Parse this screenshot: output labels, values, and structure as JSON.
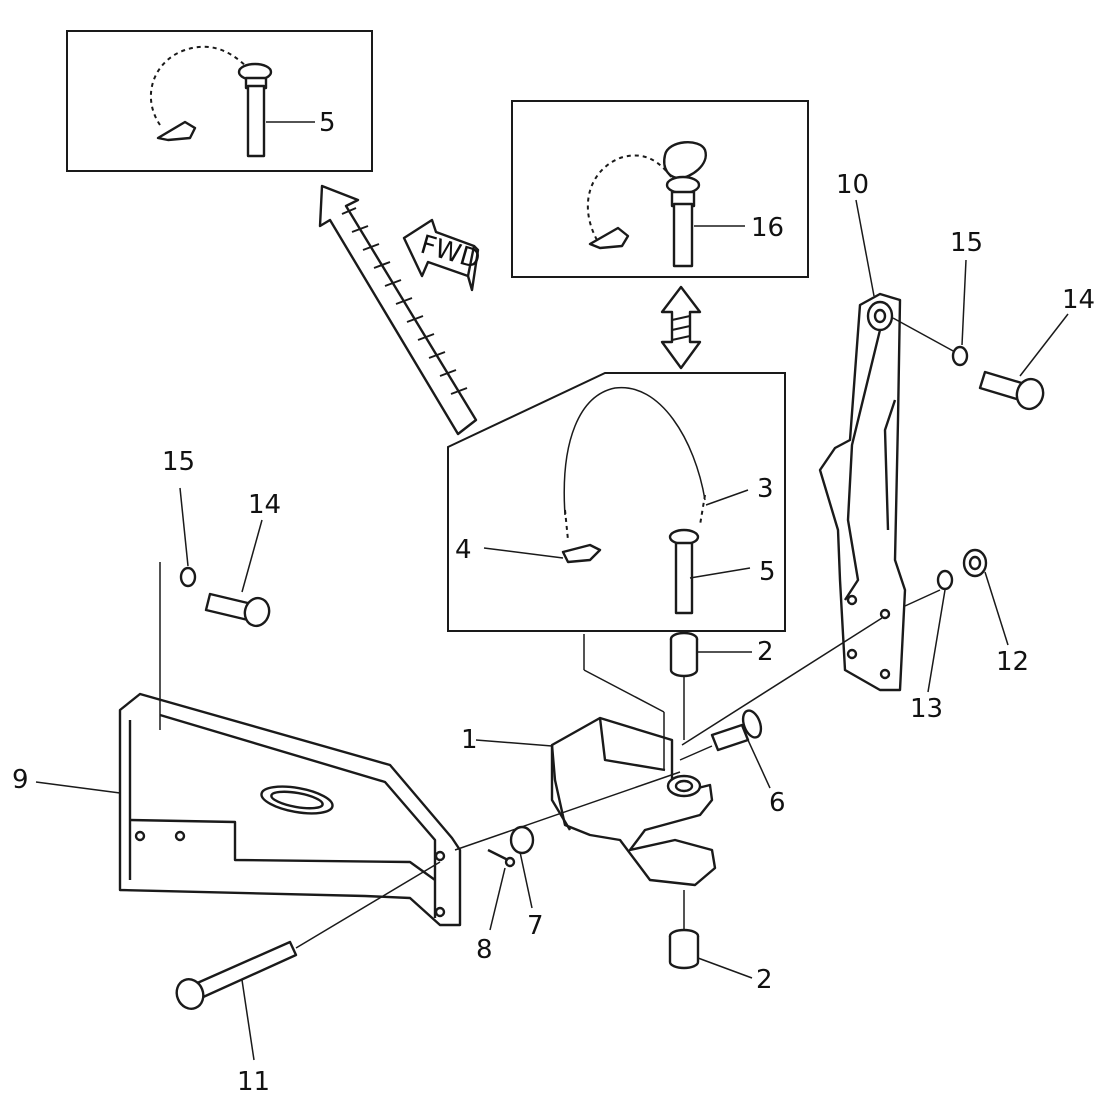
{
  "callouts": {
    "c1": "1",
    "c2a": "2",
    "c2b": "2",
    "c3": "3",
    "c4": "4",
    "c5a": "5",
    "c5b": "5",
    "c6": "6",
    "c7": "7",
    "c8": "8",
    "c9": "9",
    "c10": "10",
    "c11": "11",
    "c12": "12",
    "c13": "13",
    "c14a": "14",
    "c14b": "14",
    "c15a": "15",
    "c15b": "15",
    "c16": "16"
  },
  "fwd_label": "FWD",
  "icons": {
    "fwd_arrow": "forward-direction-arrow-icon",
    "detail_arrow": "detail-view-arrow-icon",
    "swap_arrow": "interchangeable-arrow-icon"
  }
}
